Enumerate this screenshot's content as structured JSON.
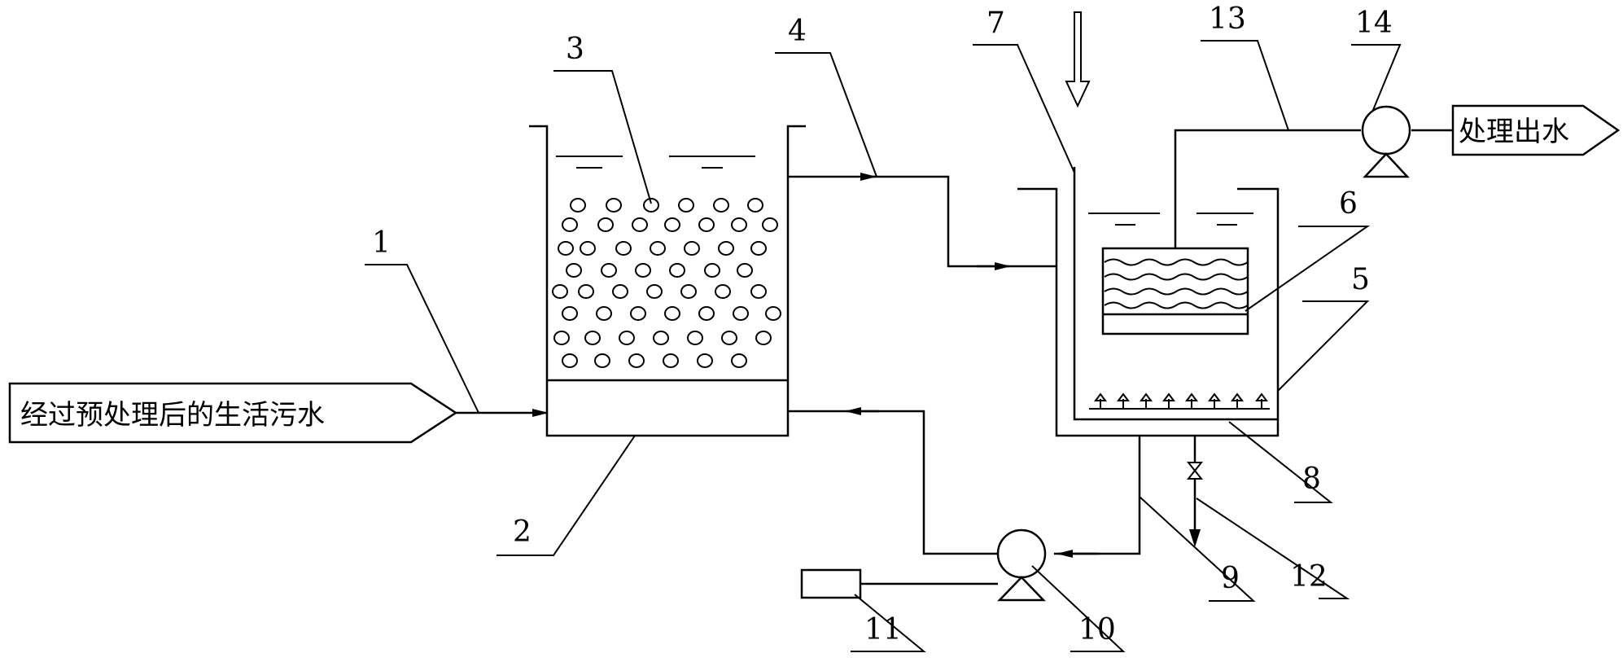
{
  "inlet_label": "经过预处理后的生活污水",
  "outlet_label": "处理出水",
  "component_numbers": [
    "1",
    "2",
    "3",
    "4",
    "5",
    "6",
    "7",
    "8",
    "9",
    "10",
    "11",
    "12",
    "13",
    "14"
  ],
  "colors": {
    "line": "#000000",
    "background": "#ffffff"
  }
}
